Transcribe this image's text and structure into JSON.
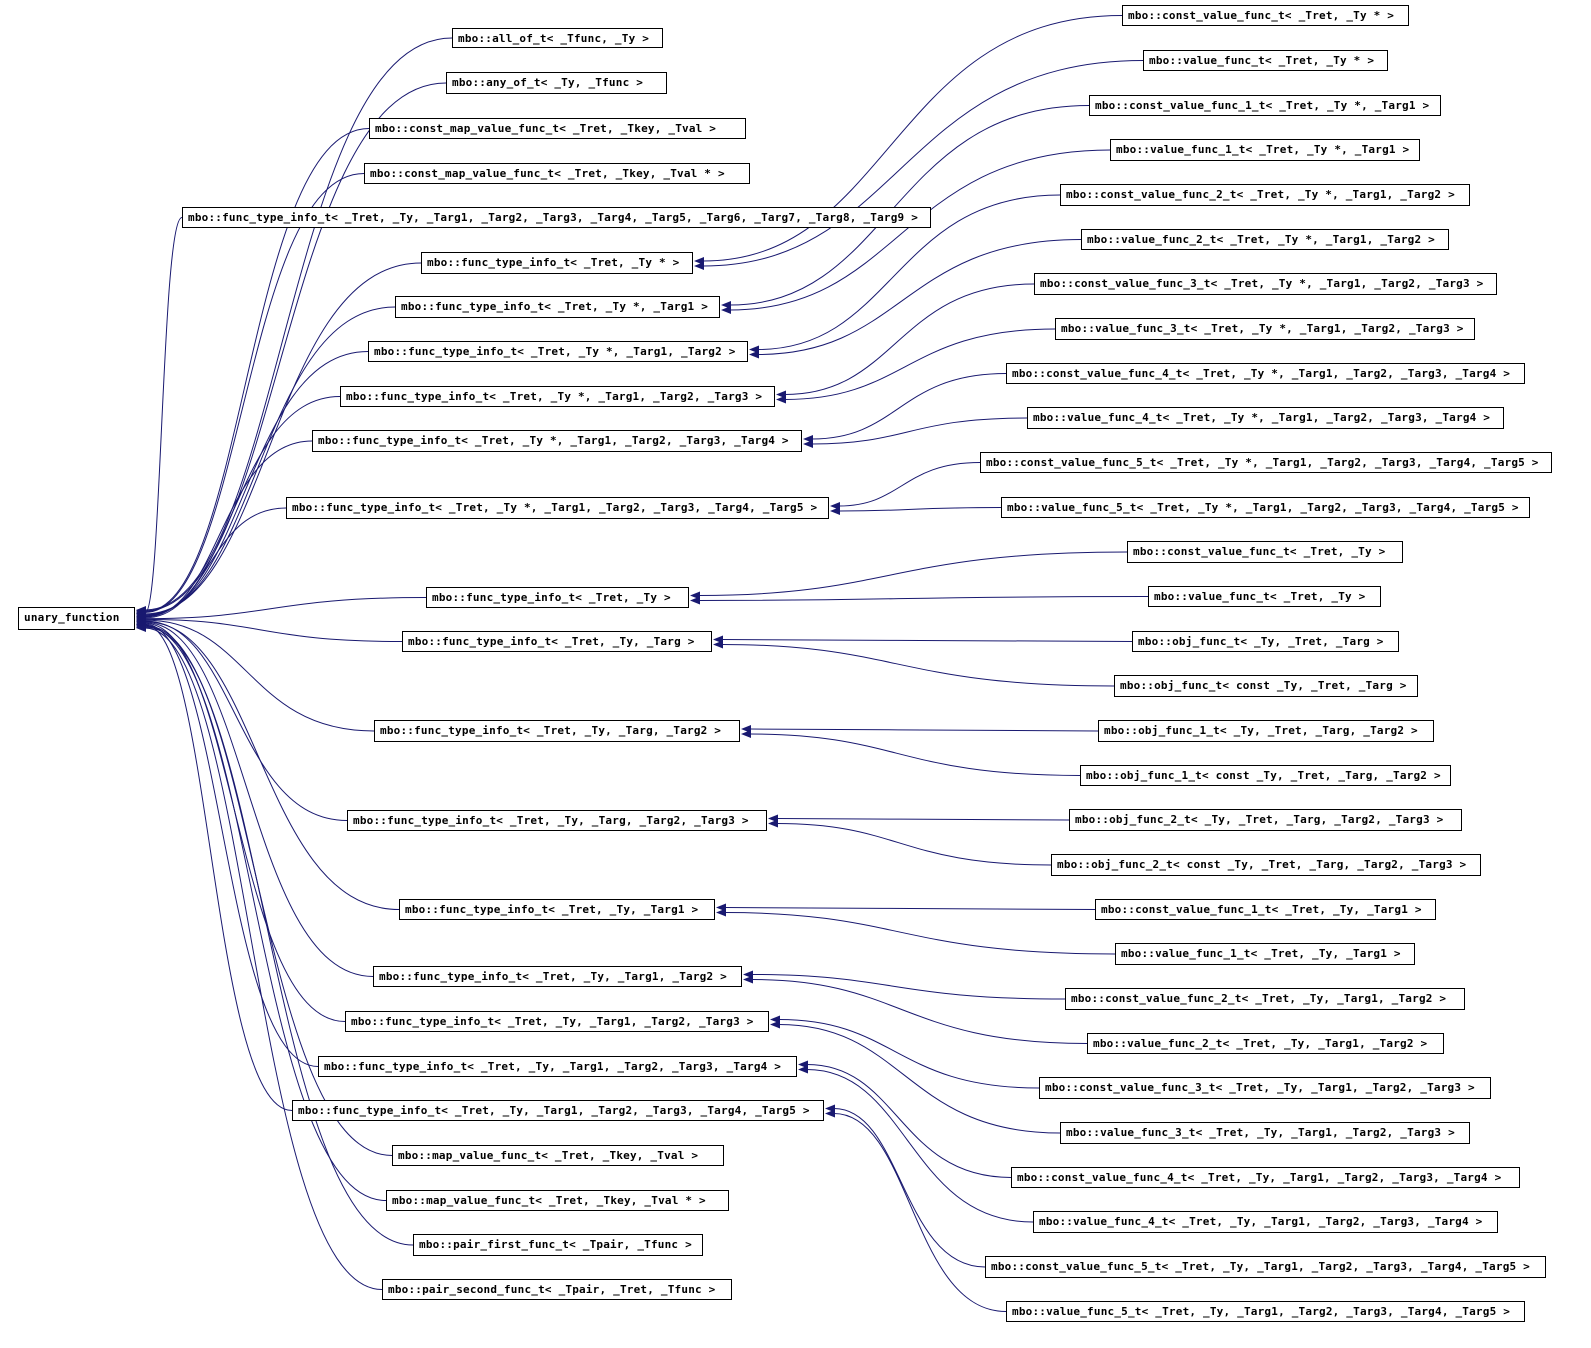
{
  "diagram": {
    "root": "unary_function",
    "edge_color": "#191970",
    "middle": [
      "mbo::all_of_t< _Tfunc, _Ty >",
      "mbo::any_of_t< _Ty, _Tfunc >",
      "mbo::const_map_value_func_t< _Tret, _Tkey, _Tval >",
      "mbo::const_map_value_func_t< _Tret, _Tkey, _Tval * >",
      "mbo::func_type_info_t< _Tret, _Ty, _Targ1, _Targ2, _Targ3, _Targ4, _Targ5, _Targ6, _Targ7, _Targ8, _Targ9 >",
      "mbo::func_type_info_t< _Tret, _Ty * >",
      "mbo::func_type_info_t< _Tret, _Ty *, _Targ1 >",
      "mbo::func_type_info_t< _Tret, _Ty *, _Targ1, _Targ2 >",
      "mbo::func_type_info_t< _Tret, _Ty *, _Targ1, _Targ2, _Targ3 >",
      "mbo::func_type_info_t< _Tret, _Ty *, _Targ1, _Targ2, _Targ3, _Targ4 >",
      "mbo::func_type_info_t< _Tret, _Ty *, _Targ1, _Targ2, _Targ3, _Targ4, _Targ5 >",
      "mbo::func_type_info_t< _Tret, _Ty >",
      "mbo::func_type_info_t< _Tret, _Ty, _Targ >",
      "mbo::func_type_info_t< _Tret, _Ty, _Targ, _Targ2 >",
      "mbo::func_type_info_t< _Tret, _Ty, _Targ, _Targ2, _Targ3 >",
      "mbo::func_type_info_t< _Tret, _Ty, _Targ1 >",
      "mbo::func_type_info_t< _Tret, _Ty, _Targ1, _Targ2 >",
      "mbo::func_type_info_t< _Tret, _Ty, _Targ1, _Targ2, _Targ3 >",
      "mbo::func_type_info_t< _Tret, _Ty, _Targ1, _Targ2, _Targ3, _Targ4 >",
      "mbo::func_type_info_t< _Tret, _Ty, _Targ1, _Targ2, _Targ3, _Targ4, _Targ5 >",
      "mbo::map_value_func_t< _Tret, _Tkey, _Tval >",
      "mbo::map_value_func_t< _Tret, _Tkey, _Tval * >",
      "mbo::pair_first_func_t< _Tpair, _Tfunc >",
      "mbo::pair_second_func_t< _Tpair, _Tret, _Tfunc >"
    ],
    "derived": [
      {
        "label": "mbo::const_value_func_t< _Tret, _Ty * >",
        "parent": 5
      },
      {
        "label": "mbo::value_func_t< _Tret, _Ty * >",
        "parent": 5
      },
      {
        "label": "mbo::const_value_func_1_t< _Tret, _Ty *, _Targ1 >",
        "parent": 6
      },
      {
        "label": "mbo::value_func_1_t< _Tret, _Ty *, _Targ1 >",
        "parent": 6
      },
      {
        "label": "mbo::const_value_func_2_t< _Tret, _Ty *, _Targ1, _Targ2 >",
        "parent": 7
      },
      {
        "label": "mbo::value_func_2_t< _Tret, _Ty *, _Targ1, _Targ2 >",
        "parent": 7
      },
      {
        "label": "mbo::const_value_func_3_t< _Tret, _Ty *, _Targ1, _Targ2, _Targ3 >",
        "parent": 8
      },
      {
        "label": "mbo::value_func_3_t< _Tret, _Ty *, _Targ1, _Targ2, _Targ3 >",
        "parent": 8
      },
      {
        "label": "mbo::const_value_func_4_t< _Tret, _Ty *, _Targ1, _Targ2, _Targ3, _Targ4 >",
        "parent": 9
      },
      {
        "label": "mbo::value_func_4_t< _Tret, _Ty *, _Targ1, _Targ2, _Targ3, _Targ4 >",
        "parent": 9
      },
      {
        "label": "mbo::const_value_func_5_t< _Tret, _Ty *, _Targ1, _Targ2, _Targ3, _Targ4, _Targ5 >",
        "parent": 10
      },
      {
        "label": "mbo::value_func_5_t< _Tret, _Ty *, _Targ1, _Targ2, _Targ3, _Targ4, _Targ5 >",
        "parent": 10
      },
      {
        "label": "mbo::const_value_func_t< _Tret, _Ty >",
        "parent": 11
      },
      {
        "label": "mbo::value_func_t< _Tret, _Ty >",
        "parent": 11
      },
      {
        "label": "mbo::obj_func_t< _Ty, _Tret, _Targ >",
        "parent": 12
      },
      {
        "label": "mbo::obj_func_t< const _Ty, _Tret, _Targ >",
        "parent": 12
      },
      {
        "label": "mbo::obj_func_1_t< _Ty, _Tret, _Targ, _Targ2 >",
        "parent": 13
      },
      {
        "label": "mbo::obj_func_1_t< const _Ty, _Tret, _Targ, _Targ2 >",
        "parent": 13
      },
      {
        "label": "mbo::obj_func_2_t< _Ty, _Tret, _Targ, _Targ2, _Targ3 >",
        "parent": 14
      },
      {
        "label": "mbo::obj_func_2_t< const _Ty, _Tret, _Targ, _Targ2, _Targ3 >",
        "parent": 14
      },
      {
        "label": "mbo::const_value_func_1_t< _Tret, _Ty, _Targ1 >",
        "parent": 15
      },
      {
        "label": "mbo::value_func_1_t< _Tret, _Ty, _Targ1 >",
        "parent": 15
      },
      {
        "label": "mbo::const_value_func_2_t< _Tret, _Ty, _Targ1, _Targ2 >",
        "parent": 16
      },
      {
        "label": "mbo::value_func_2_t< _Tret, _Ty, _Targ1, _Targ2 >",
        "parent": 16
      },
      {
        "label": "mbo::const_value_func_3_t< _Tret, _Ty, _Targ1, _Targ2, _Targ3 >",
        "parent": 17
      },
      {
        "label": "mbo::value_func_3_t< _Tret, _Ty, _Targ1, _Targ2, _Targ3 >",
        "parent": 17
      },
      {
        "label": "mbo::const_value_func_4_t< _Tret, _Ty, _Targ1, _Targ2, _Targ3, _Targ4 >",
        "parent": 18
      },
      {
        "label": "mbo::value_func_4_t< _Tret, _Ty, _Targ1, _Targ2, _Targ3, _Targ4 >",
        "parent": 18
      },
      {
        "label": "mbo::const_value_func_5_t< _Tret, _Ty, _Targ1, _Targ2, _Targ3, _Targ4, _Targ5 >",
        "parent": 19
      },
      {
        "label": "mbo::value_func_5_t< _Tret, _Ty, _Targ1, _Targ2, _Targ3, _Targ4, _Targ5 >",
        "parent": 19
      }
    ]
  }
}
